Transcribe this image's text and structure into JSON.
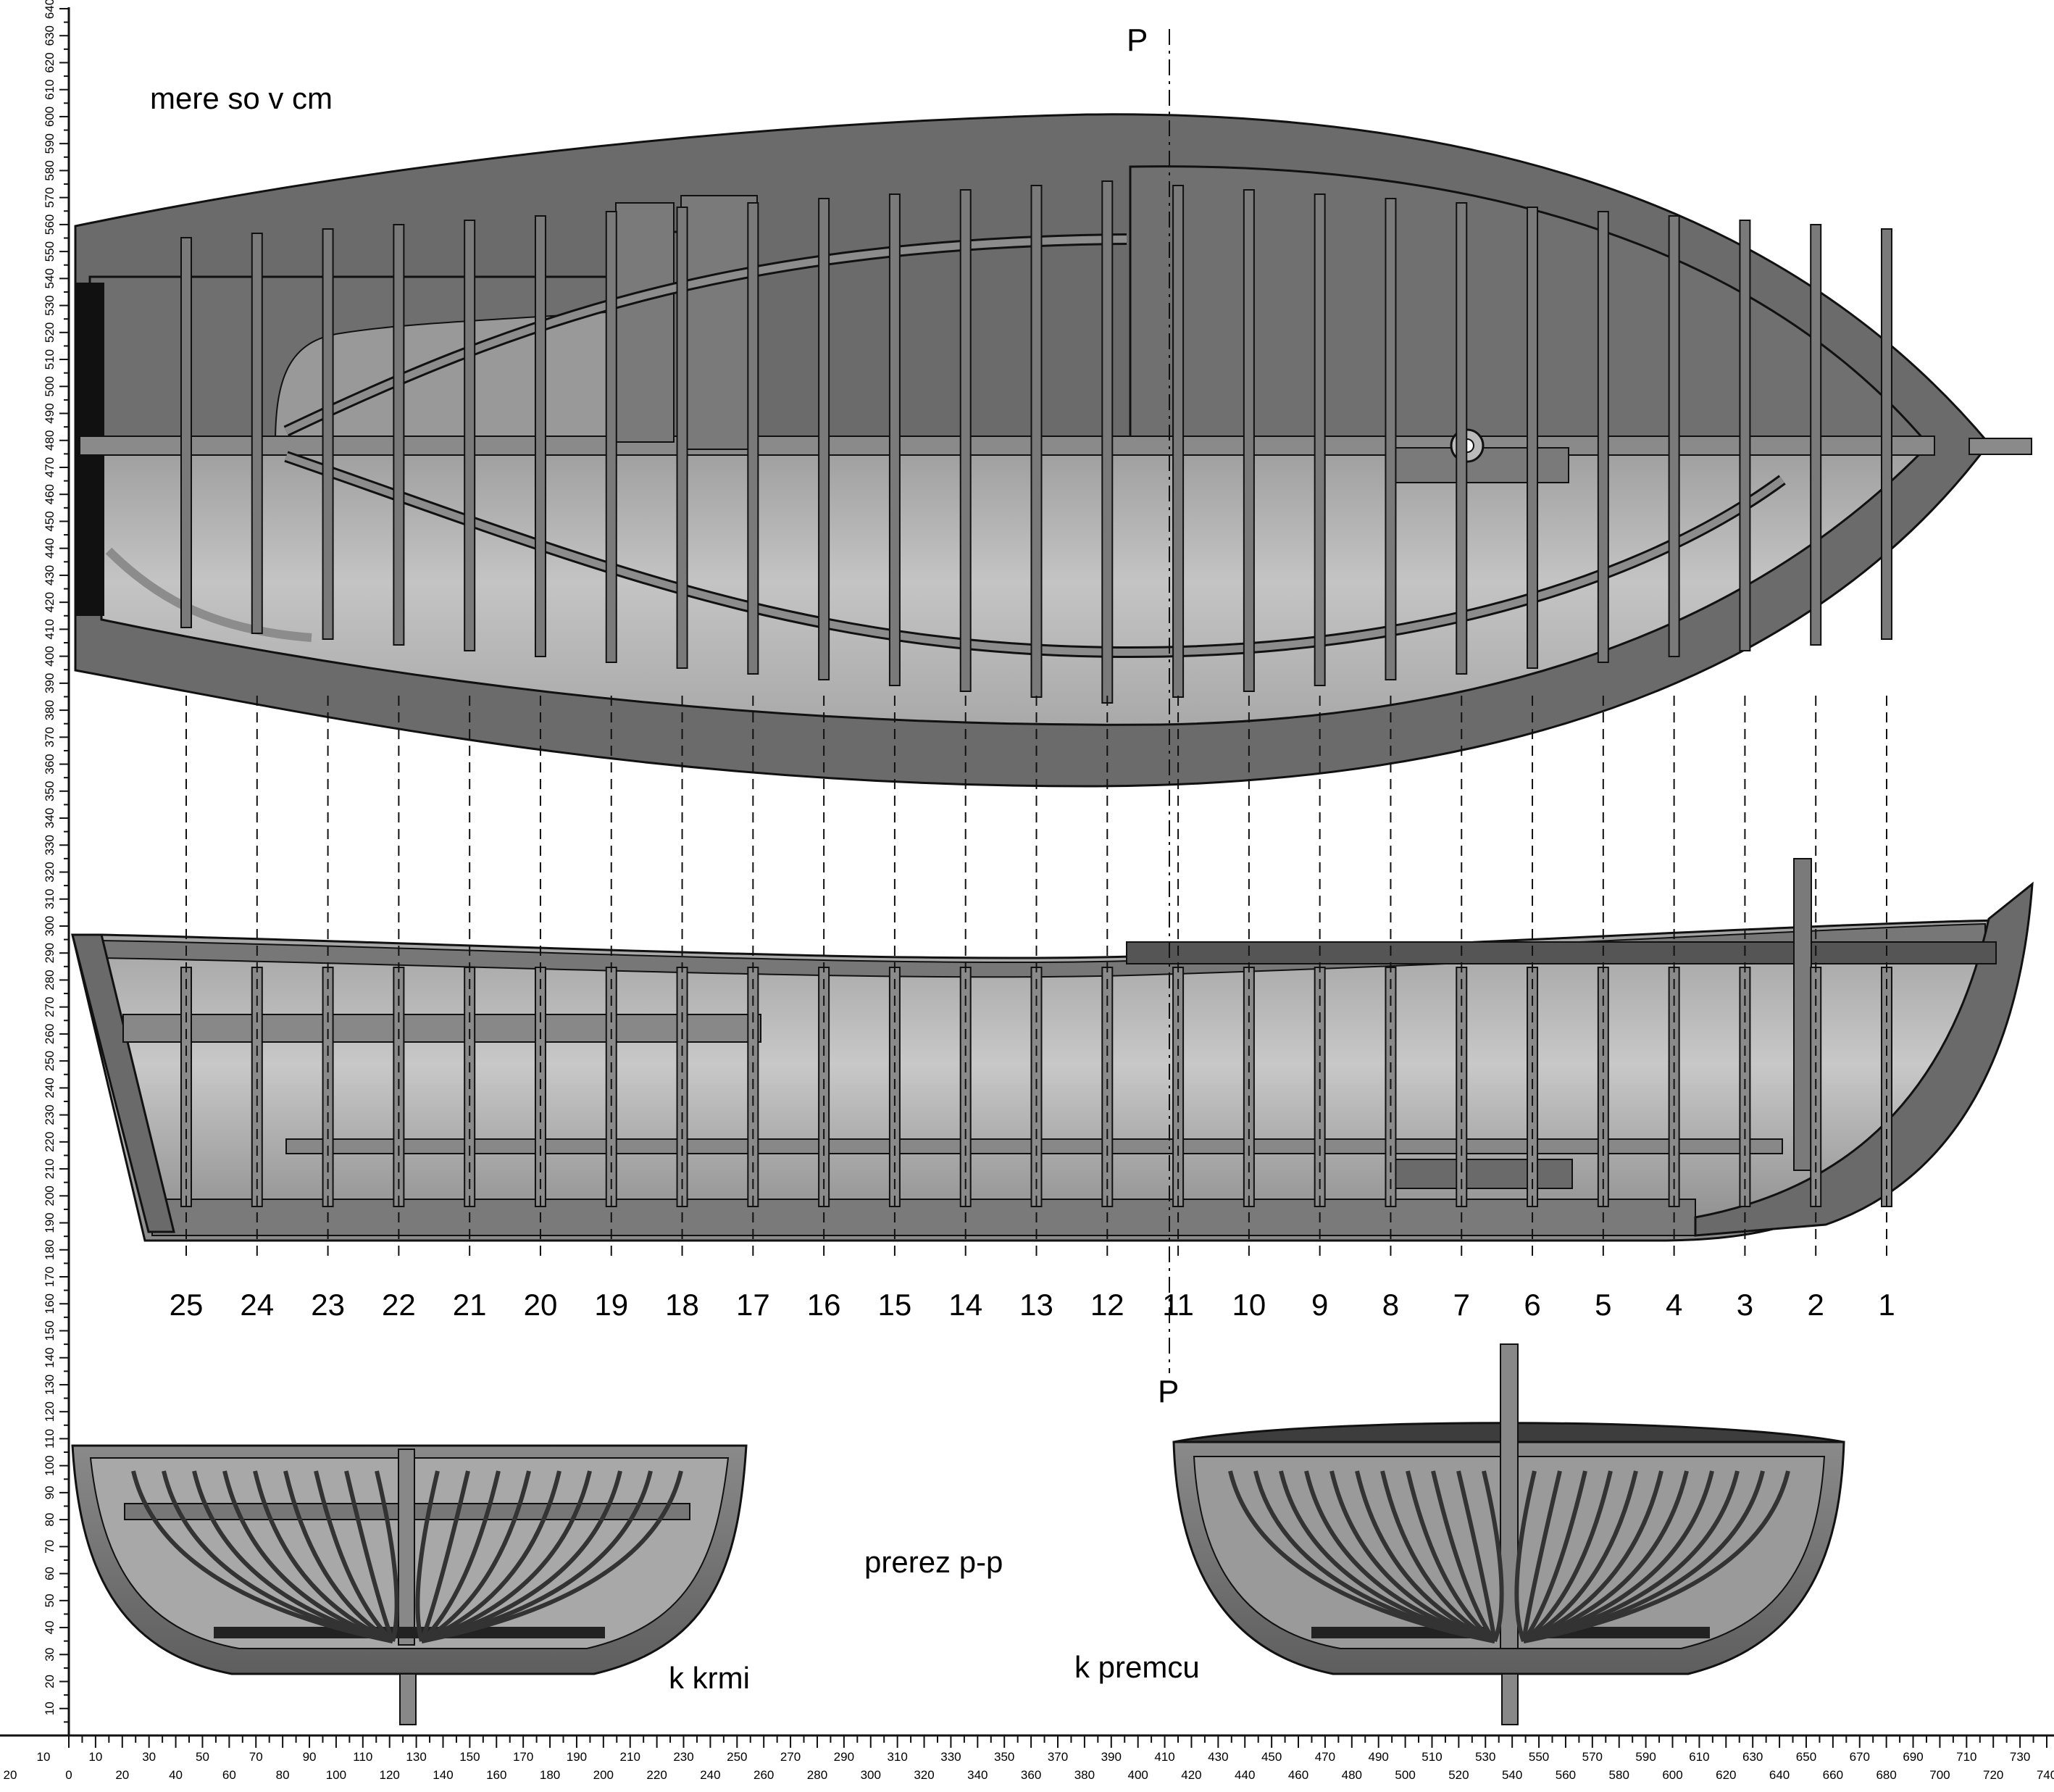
{
  "labels": {
    "units_note": "mere so v cm",
    "section_marker_top": "P",
    "section_marker_bottom": "P",
    "section_caption": "prerez p-p",
    "view_stern": "k krmi",
    "view_bow": "k premcu"
  },
  "stations": [
    "25",
    "24",
    "23",
    "22",
    "21",
    "20",
    "19",
    "18",
    "17",
    "16",
    "15",
    "14",
    "13",
    "12",
    "11",
    "10",
    "9",
    "8",
    "7",
    "6",
    "5",
    "4",
    "3",
    "2",
    "1"
  ],
  "scales": {
    "left_axis": {
      "from": 10,
      "to": 640,
      "step": 10,
      "unit": "cm"
    },
    "bottom_axis_upper": {
      "from": 10,
      "to": 730,
      "step": 10,
      "unit": "cm"
    },
    "bottom_axis_lower": {
      "from": 0,
      "to": 740,
      "step": 20,
      "prefix_left": "20",
      "unit": "cm"
    }
  },
  "colors": {
    "hull_dark": "#4d4d4d",
    "hull_mid": "#6b6b6b",
    "deck": "#707070",
    "interior_light": "#b9b9b9",
    "frame": "#7a7a7a",
    "outline": "#111111"
  }
}
